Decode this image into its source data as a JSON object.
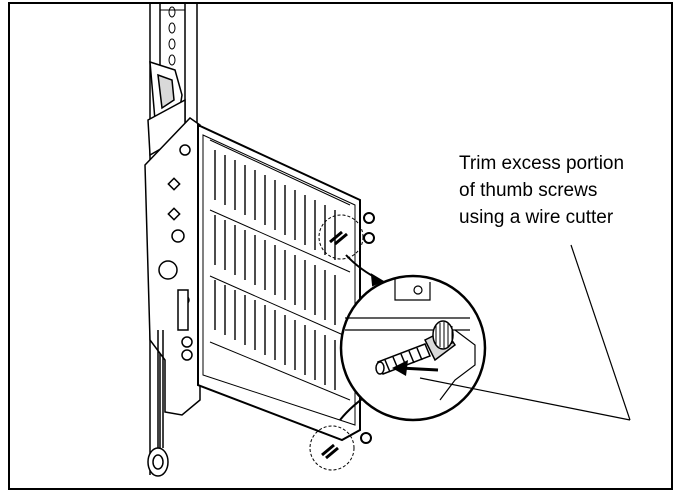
{
  "callout": {
    "lines": [
      "Trim excess portion",
      "of thumb screws",
      "using a wire cutter"
    ]
  },
  "colors": {
    "line": "#000000",
    "background": "#ffffff",
    "shade": "#d9d9d9"
  },
  "icons": [
    "rack-rail",
    "mounting-bracket",
    "vented-panel",
    "thumb-screw",
    "wire-cutter-callout"
  ]
}
